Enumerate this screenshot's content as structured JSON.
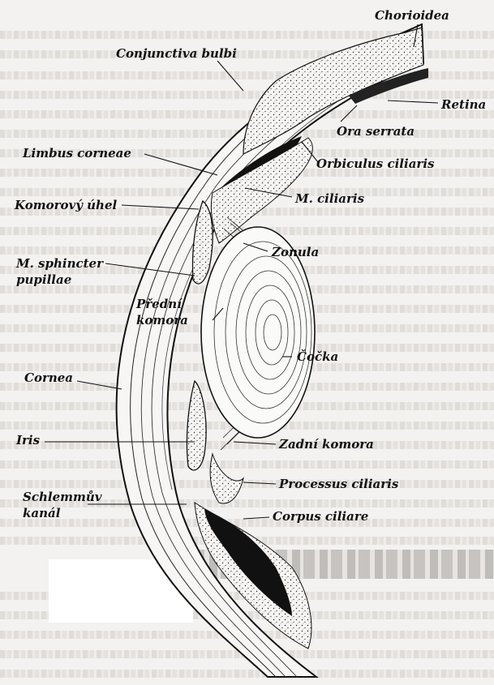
{
  "labels": {
    "chorioidea": "Chorioidea",
    "conjunctiva_bulbi": "Conjunctiva bulbi",
    "retina": "Retina",
    "ora_serrata": "Ora serrata",
    "limbus_corneae": "Limbus corneae",
    "orbiculus_ciliaris": "Orbiculus ciliaris",
    "komorovy_uhel": "Komorový úhel",
    "m_ciliaris": "M. ciliaris",
    "zonula": "Zonula",
    "m_sphincter_line1": "M. sphincter",
    "m_sphincter_line2": "pupillae",
    "predni_komora_line1": "Přední",
    "predni_komora_line2": "komora",
    "cocka": "Čočka",
    "cornea": "Cornea",
    "iris": "Iris",
    "zadni_komora": "Zadní komora",
    "processus_ciliaris": "Processus ciliaris",
    "schlemmuv_kanal_line1": "Schlemmův",
    "schlemmuv_kanal_line2": "kanál",
    "corpus_ciliare": "Corpus ciliare"
  },
  "colors": {
    "ink": "#111111",
    "paper": "#f4f2f0"
  }
}
